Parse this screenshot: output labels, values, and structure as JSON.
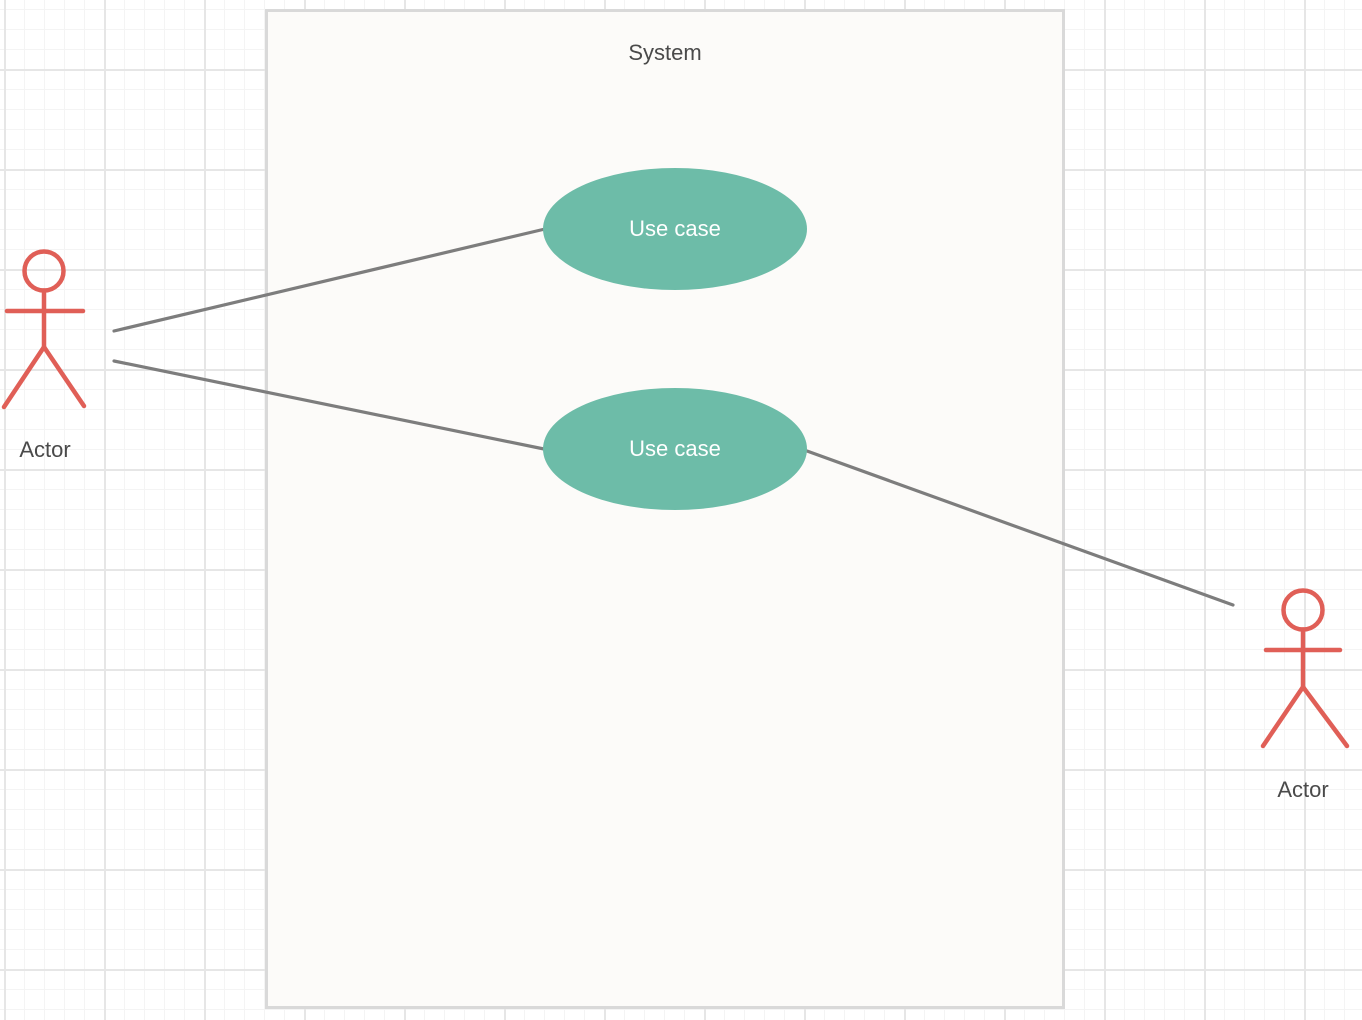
{
  "canvas": {
    "background_color": "#ffffff",
    "grid_minor_color": "#f4f4f4",
    "grid_major_color": "#e6e6e6"
  },
  "system": {
    "title": "System",
    "fill_color": "#fcfbf9",
    "border_color": "#d9d9d9"
  },
  "use_cases": [
    {
      "label": "Use case",
      "fill_color": "#6dbca8",
      "text_color": "#ffffff"
    },
    {
      "label": "Use case",
      "fill_color": "#6dbca8",
      "text_color": "#ffffff"
    }
  ],
  "actors": [
    {
      "label": "Actor",
      "color": "#e05f57",
      "position": "left"
    },
    {
      "label": "Actor",
      "color": "#e05f57",
      "position": "bottom-right"
    }
  ],
  "connectors": [
    {
      "from": "actor-left",
      "to": "use-case-1",
      "color": "#7d7d7d"
    },
    {
      "from": "actor-left",
      "to": "use-case-2",
      "color": "#7d7d7d"
    },
    {
      "from": "use-case-2",
      "to": "actor-right",
      "color": "#7d7d7d"
    }
  ]
}
